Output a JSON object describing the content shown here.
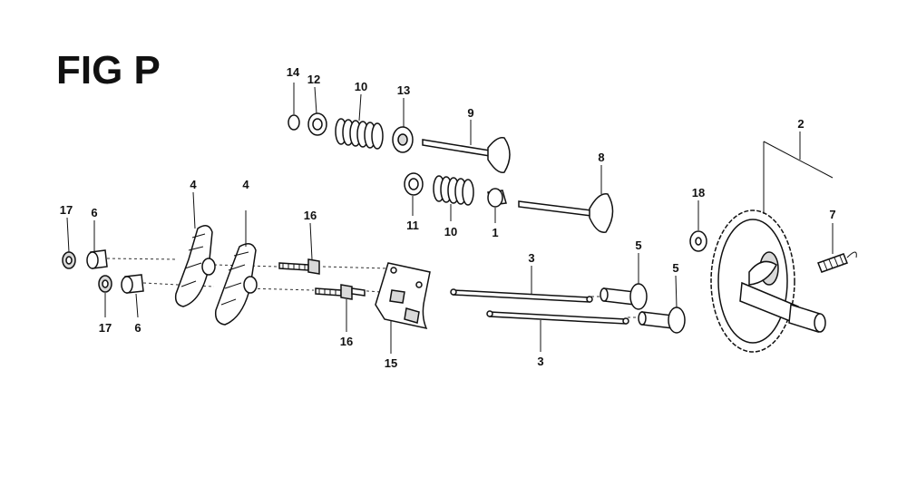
{
  "figure": {
    "title": "FIG P"
  },
  "colors": {
    "ink": "#111111",
    "background": "#ffffff"
  },
  "callouts": {
    "c14": "14",
    "c12": "12",
    "c10a": "10",
    "c13": "13",
    "c9": "9",
    "c8": "8",
    "c11": "11",
    "c10b": "10",
    "c1": "1",
    "c2": "2",
    "c18": "18",
    "c7": "7",
    "c4a": "4",
    "c4b": "4",
    "c17a": "17",
    "c6a": "6",
    "c16a": "16",
    "c3a": "3",
    "c5a": "5",
    "c5b": "5",
    "c17b": "17",
    "c6b": "6",
    "c16b": "16",
    "c15": "15",
    "c3b": "3"
  }
}
